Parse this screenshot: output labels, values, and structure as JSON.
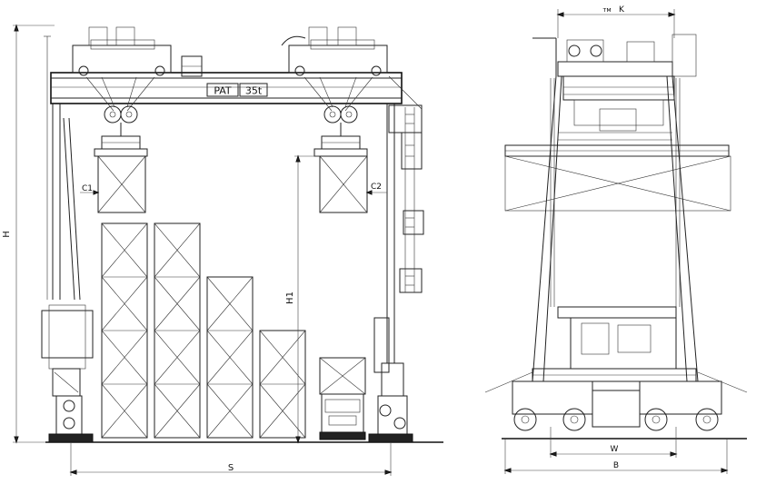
{
  "side_view": {
    "nameplate": "PAT",
    "capacity": "35t",
    "dimensions": {
      "height_total": "H",
      "lift_height": "H1",
      "span": "S",
      "clearance_left": "C1",
      "clearance_right": "C2"
    }
  },
  "front_view": {
    "dimensions": {
      "top_width": "K",
      "top_width_prefix": "тм",
      "wheel_base": "W",
      "overall_width": "B"
    }
  }
}
